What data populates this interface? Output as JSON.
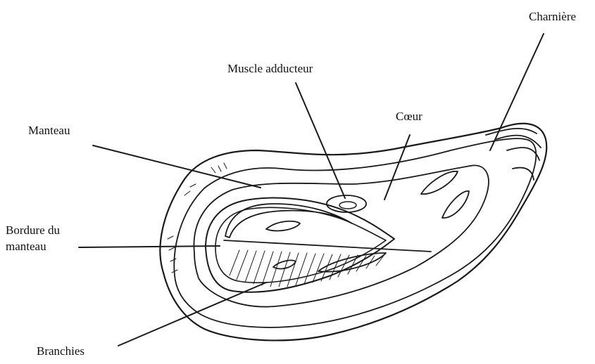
{
  "labels": {
    "charniere": "Charnière",
    "muscle": "Muscle adducteur",
    "coeur": "Cœur",
    "manteau": "Manteau",
    "bordure_line1": "Bordure du",
    "bordure_line2": "manteau",
    "branchies": "Branchies"
  }
}
